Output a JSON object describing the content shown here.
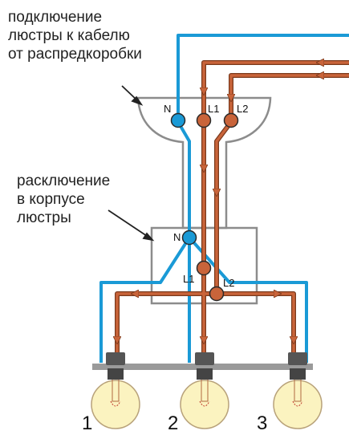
{
  "captions": {
    "top": [
      "подключение",
      "люстры к кабелю",
      "от распредкоробки"
    ],
    "middle": [
      "расключение",
      "в корпусе",
      "люстры"
    ]
  },
  "terminals": {
    "top": {
      "n": "N",
      "l1": "L1",
      "l2": "L2"
    },
    "box": {
      "n": "N",
      "l1": "L1",
      "l2": "L2"
    }
  },
  "lamps": [
    "1",
    "2",
    "3"
  ],
  "colors": {
    "neutral_wire": "#1a9ad6",
    "phase_wire": "#c9643a",
    "phase_wire_edge": "#7a3a1d",
    "housing": "#8c8c8c",
    "bulb_glass": "#fbf3c0",
    "socket": "#555555",
    "bar": "#9a9a9a"
  },
  "icons": [
    "arrow-icon",
    "terminal-icon",
    "bulb-icon"
  ]
}
